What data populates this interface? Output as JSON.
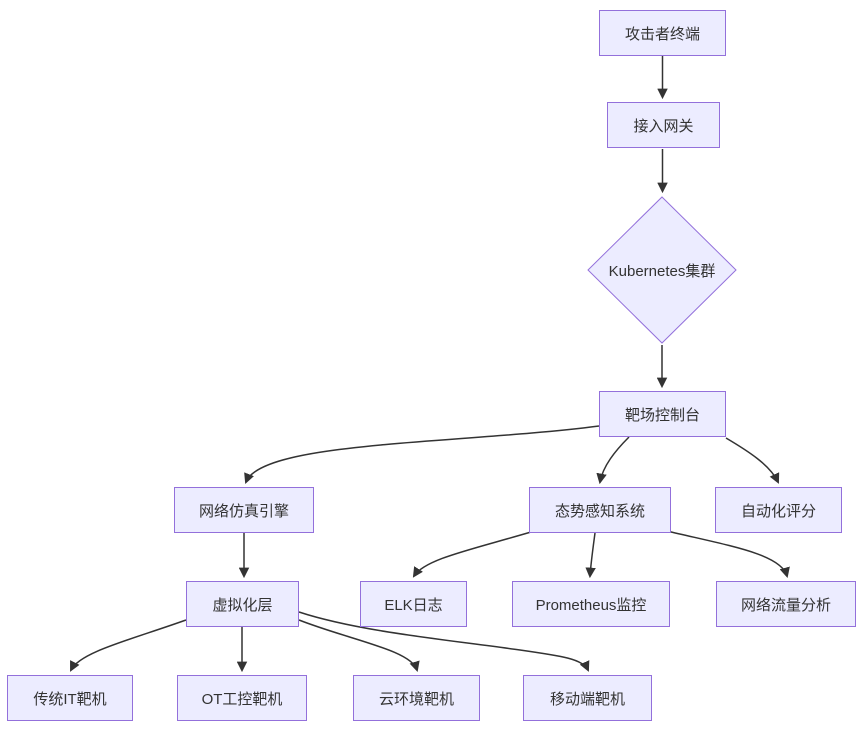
{
  "diagram": {
    "type": "flowchart-top-down",
    "colors": {
      "background": "#ffffff",
      "node_fill": "#ECECFF",
      "node_border": "#9370DB",
      "edge": "#333333",
      "text": "#333333"
    },
    "nodes": {
      "attacker_terminal": "攻击者终端",
      "access_gateway": "接入网关",
      "kubernetes_cluster": "Kubernetes集群",
      "range_console": "靶场控制台",
      "network_simulation_engine": "网络仿真引擎",
      "situation_awareness_system": "态势感知系统",
      "automated_scoring": "自动化评分",
      "virtualization_layer": "虚拟化层",
      "elk_logs": "ELK日志",
      "prometheus_monitoring": "Prometheus监控",
      "network_traffic_analysis": "网络流量分析",
      "traditional_it_target": "传统IT靶机",
      "ot_ics_target": "OT工控靶机",
      "cloud_env_target": "云环境靶机",
      "mobile_target": "移动端靶机"
    },
    "edges": [
      {
        "from": "attacker_terminal",
        "to": "access_gateway"
      },
      {
        "from": "access_gateway",
        "to": "kubernetes_cluster"
      },
      {
        "from": "kubernetes_cluster",
        "to": "range_console"
      },
      {
        "from": "range_console",
        "to": "network_simulation_engine"
      },
      {
        "from": "range_console",
        "to": "situation_awareness_system"
      },
      {
        "from": "range_console",
        "to": "automated_scoring"
      },
      {
        "from": "network_simulation_engine",
        "to": "virtualization_layer"
      },
      {
        "from": "situation_awareness_system",
        "to": "elk_logs"
      },
      {
        "from": "situation_awareness_system",
        "to": "prometheus_monitoring"
      },
      {
        "from": "situation_awareness_system",
        "to": "network_traffic_analysis"
      },
      {
        "from": "virtualization_layer",
        "to": "traditional_it_target"
      },
      {
        "from": "virtualization_layer",
        "to": "ot_ics_target"
      },
      {
        "from": "virtualization_layer",
        "to": "cloud_env_target"
      },
      {
        "from": "virtualization_layer",
        "to": "mobile_target"
      }
    ]
  }
}
